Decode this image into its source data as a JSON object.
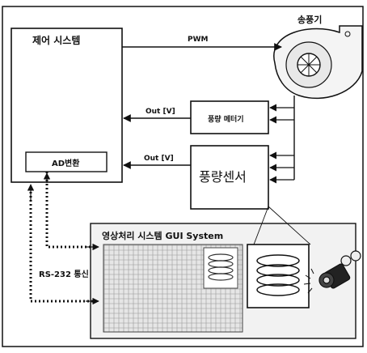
{
  "labels": {
    "control_system": "제어 시스템",
    "ad_converter": "AD변환",
    "pwm": "PWM",
    "blower": "송풍기",
    "flow_meter": "풍량 메터기",
    "flow_sensor": "풍량센서",
    "out_v_1": "Out [V]",
    "out_v_2": "Out [V]",
    "rs232": "RS-232 통신",
    "gui_title": "영상처리 시스템 GUI System"
  },
  "colors": {
    "line": "#111111",
    "panel_fill": "#f2f2f2",
    "screen_fill": "#d9d9d9"
  },
  "icons": [
    "blower-fan-icon",
    "camera-icon",
    "coil-spring-icon"
  ]
}
